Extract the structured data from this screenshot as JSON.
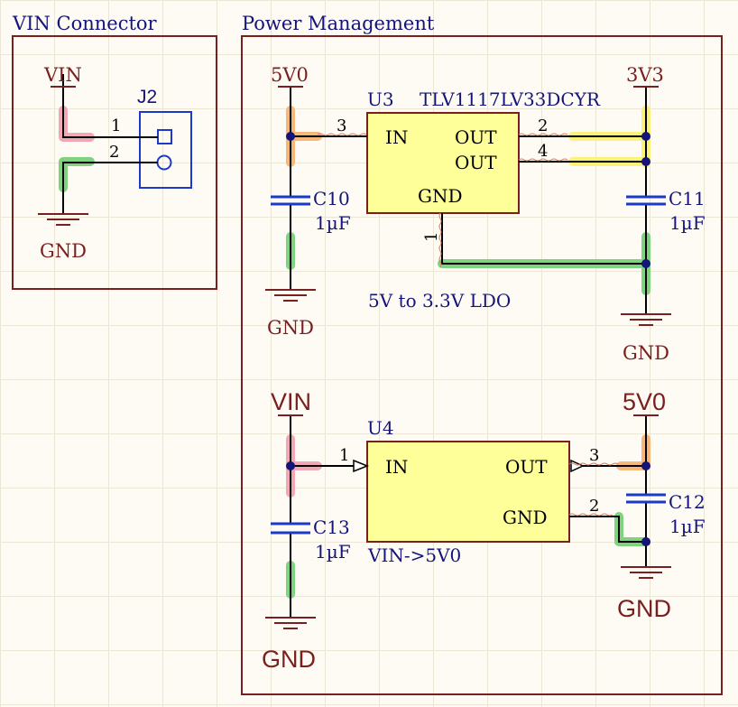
{
  "sheets": {
    "vin_connector_title": "VIN Connector",
    "power_management_title": "Power Management"
  },
  "j2": {
    "designator": "J2",
    "pin1": "1",
    "pin2": "2",
    "power_label": "VIN",
    "ground_label": "GND"
  },
  "u3": {
    "designator": "U3",
    "part": "TLV1117LV33DCYR",
    "pin_in_label": "IN",
    "pin_out_label_a": "OUT",
    "pin_out_label_b": "OUT",
    "pin_gnd_label": "GND",
    "pin_in_num": "3",
    "pin_out_num_a": "2",
    "pin_out_num_b": "4",
    "pin_gnd_num": "1",
    "input_rail": "5V0",
    "output_rail": "3V3",
    "note": "5V to 3.3V LDO"
  },
  "c10": {
    "designator": "C10",
    "value": "1µF",
    "ground_label": "GND"
  },
  "c11": {
    "designator": "C11",
    "value": "1µF",
    "ground_label": "GND"
  },
  "u4": {
    "designator": "U4",
    "pin_in_label": "IN",
    "pin_out_label": "OUT",
    "pin_gnd_label": "GND",
    "pin_in_num": "1",
    "pin_out_num": "3",
    "pin_gnd_num": "2",
    "input_rail": "VIN",
    "output_rail": "5V0",
    "note": "VIN->5V0"
  },
  "c13": {
    "designator": "C13",
    "value": "1µF",
    "ground_label": "GND"
  },
  "c12": {
    "designator": "C12",
    "value": "1µF",
    "ground_label": "GND"
  },
  "colors": {
    "border": "#7a1f1f",
    "title_text": "#14147a",
    "wire": "#1a1a80",
    "component_body": "#ffff99",
    "power_port": "#7a1f1f",
    "highlight_vin": "#f2a7b5",
    "highlight_gnd": "#7fd37f",
    "highlight_5v0": "#f5b77a",
    "highlight_3v3": "#fbf27a",
    "capacitor": "#1c39c9",
    "connector": "#1c39c9"
  }
}
